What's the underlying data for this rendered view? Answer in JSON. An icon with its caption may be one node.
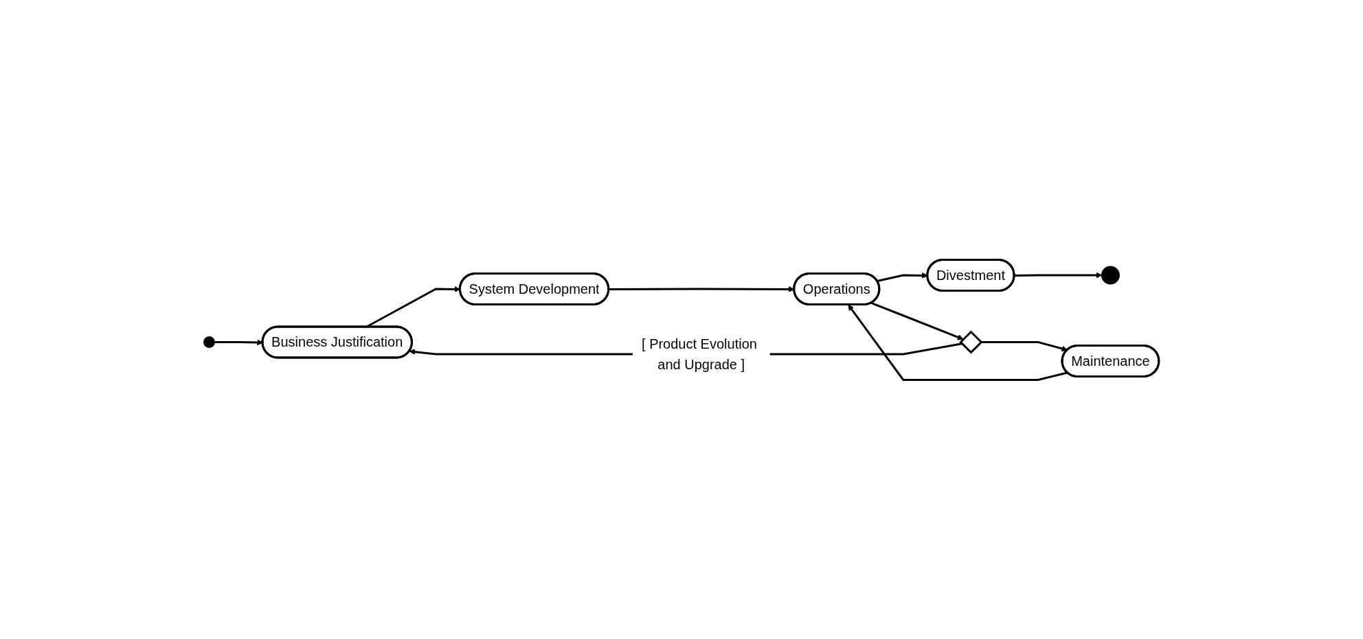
{
  "diagram": {
    "nodes": [
      {
        "text": [],
        "shape": "circle"
      },
      {
        "text": [
          "Business Justification"
        ]
      },
      {
        "text": [
          "System Development"
        ]
      },
      {
        "text": [
          "Operations"
        ]
      },
      {
        "text": [
          "Divestment"
        ]
      },
      {
        "text": [],
        "shape": "diamond"
      },
      {
        "text": [
          "Maintenance"
        ]
      },
      {
        "text": [],
        "shape": "circle"
      }
    ],
    "edges": [
      {
        "from": 0,
        "to": 1,
        "arrow": "to"
      },
      {
        "from": 1,
        "to": 2,
        "arrow": "to"
      },
      {
        "from": 2,
        "to": 3,
        "arrow": "to"
      },
      {
        "from": 3,
        "to": 4,
        "arrow": "to"
      },
      {
        "from": 4,
        "to": 7,
        "arrow": "to"
      },
      {
        "from": 3,
        "to": 5,
        "arrow": "to"
      },
      {
        "from": 5,
        "to": 1,
        "arrow": "to",
        "label": "[ Product Evolution and Upgrade ]"
      },
      {
        "from": 5,
        "to": 6,
        "arrow": "to"
      },
      {
        "from": 6,
        "to": 3,
        "arrow": "to"
      }
    ]
  }
}
